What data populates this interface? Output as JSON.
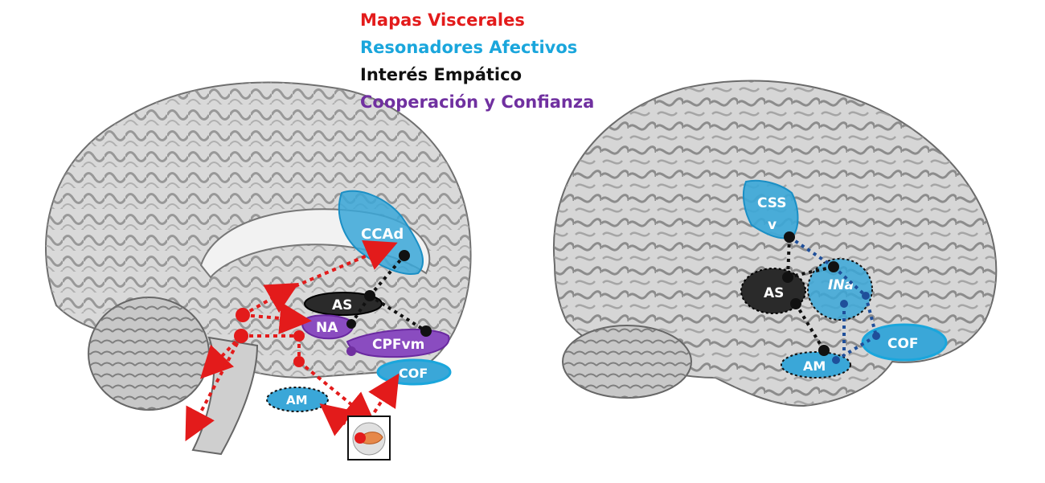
{
  "legend": {
    "visceral": "Mapas Viscerales",
    "affective": "Resonadores Afectivos",
    "empathic": "Interés Empático",
    "cooperation": "Cooperación y Confianza"
  },
  "colors": {
    "visceral": "#e31b1b",
    "affective": "#1aa6dc",
    "empathic": "#111111",
    "cooperation": "#7030a0",
    "region_blue": "#3aa7d8",
    "region_dark": "#2a2a2a",
    "region_purple": "#8a4cc0"
  },
  "regions_left": {
    "ccad": "CCAd",
    "as": "AS",
    "na": "NA",
    "cpfvm": "CPFvm",
    "cof": "COF",
    "am": "AM"
  },
  "regions_right": {
    "cssv_1": "CSS",
    "cssv_2": "v",
    "ina": "INa",
    "as": "AS",
    "cof": "COF",
    "am": "AM"
  }
}
